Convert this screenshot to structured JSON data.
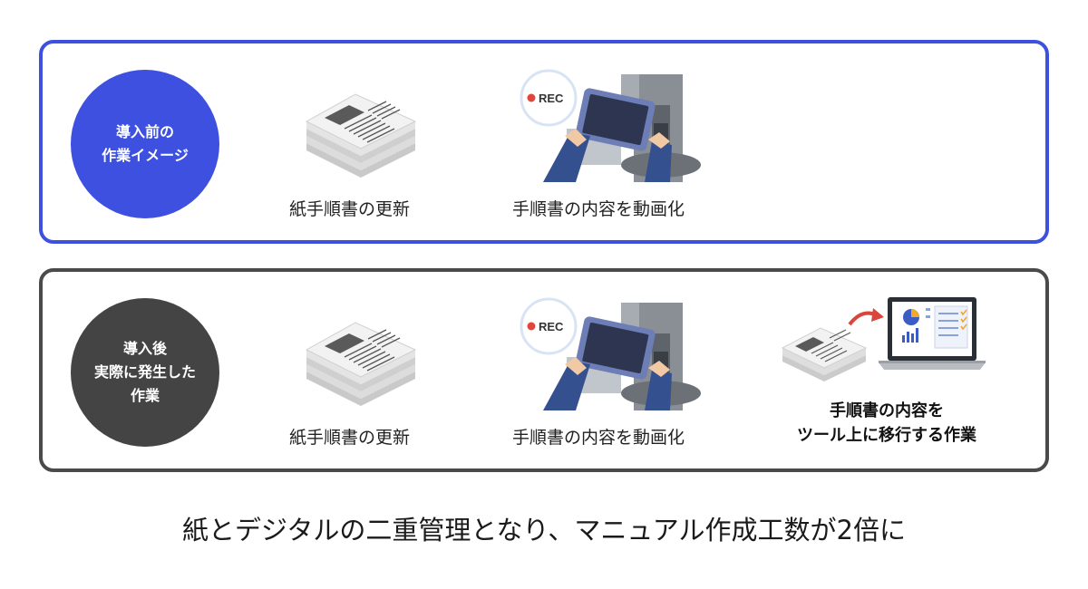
{
  "before": {
    "badge_line1": "導入前の",
    "badge_line2": "作業イメージ",
    "item1_caption": "紙手順書の更新",
    "item2_caption": "手順書の内容を動画化",
    "rec_label": "REC"
  },
  "after": {
    "badge_line1": "導入後",
    "badge_line2": "実際に発生した",
    "badge_line3": "作業",
    "item1_caption": "紙手順書の更新",
    "item2_caption": "手順書の内容を動画化",
    "item3_caption_line1": "手順書の内容を",
    "item3_caption_line2": "ツール上に移行する作業",
    "rec_label": "REC"
  },
  "footer": "紙とデジタルの二重管理となり、マニュアル作成工数が2倍に",
  "colors": {
    "before_accent": "#3d50e0",
    "after_accent": "#444444",
    "rec_dot": "#e0463c",
    "arrow": "#d9463c"
  }
}
